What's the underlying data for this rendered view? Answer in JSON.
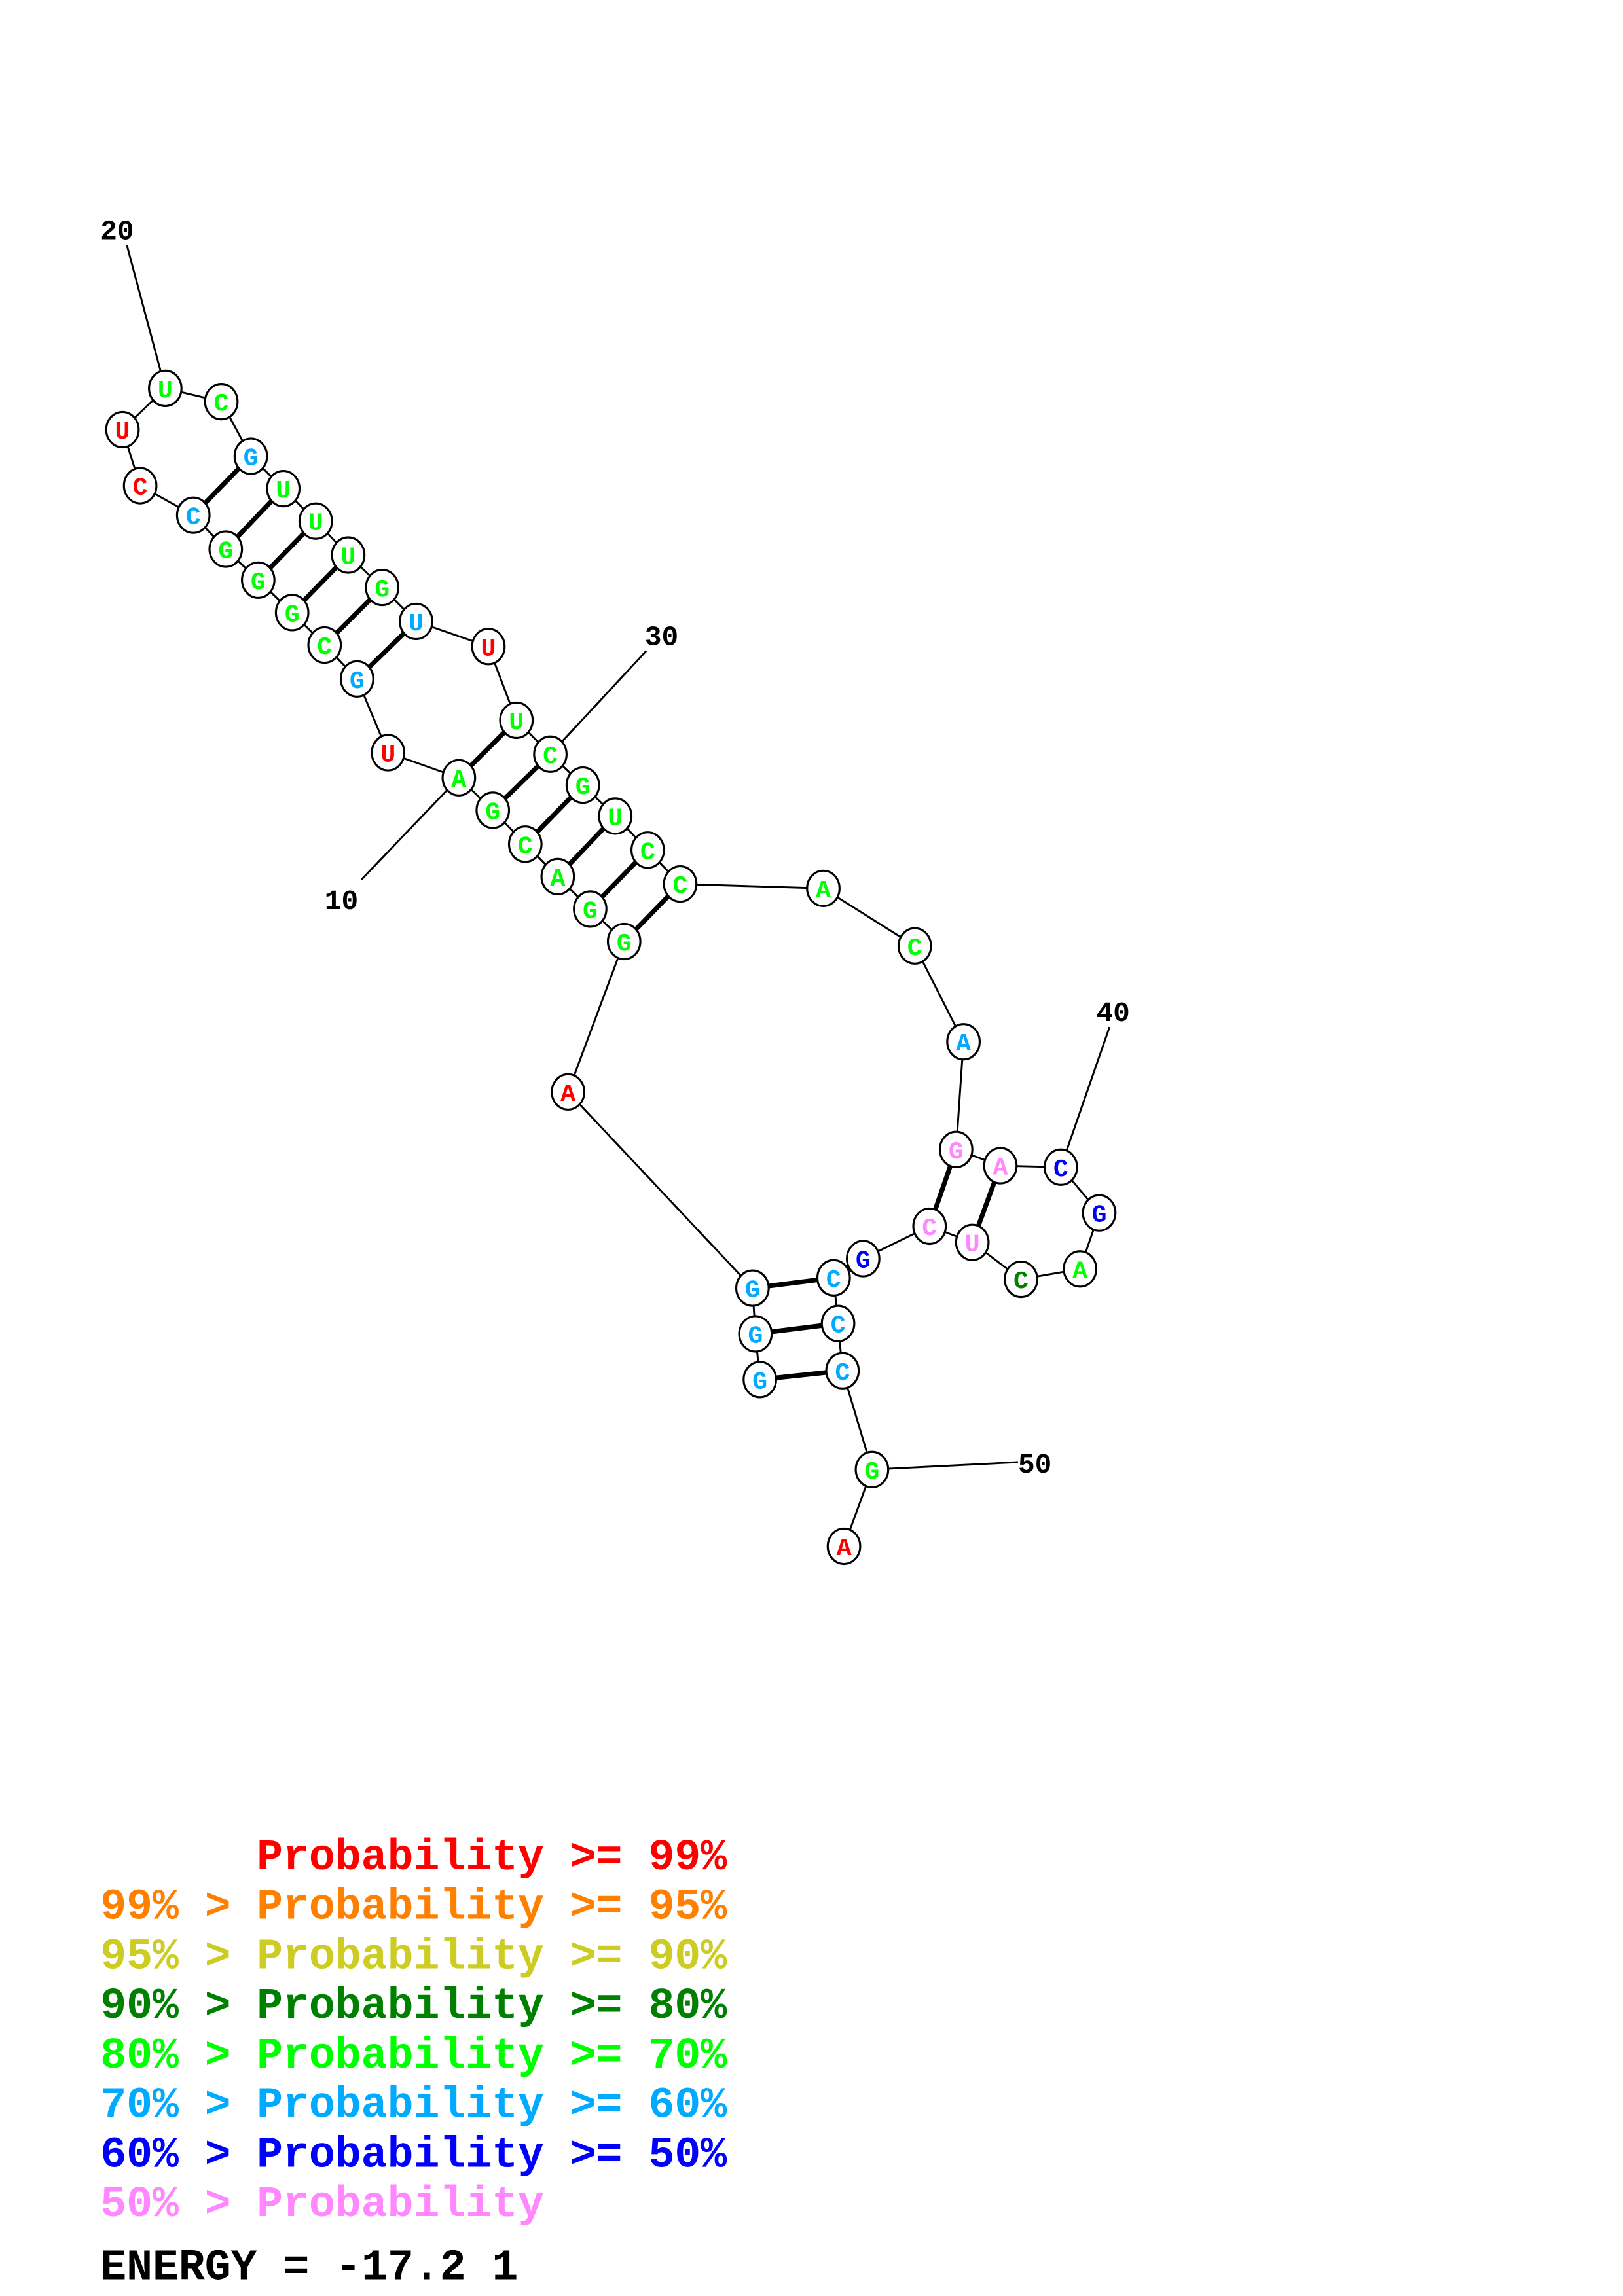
{
  "structure": {
    "sequence": "GGGAGGACGAUGCGGGCCUUCGUUUGUUUCGUCCACAGACGACUCGCCCGA",
    "probability_class": [
      "sky",
      "sky",
      "sky",
      "red",
      "green",
      "green",
      "green",
      "green",
      "green",
      "green",
      "red",
      "sky",
      "green",
      "green",
      "green",
      "green",
      "sky",
      "red",
      "red",
      "green",
      "green",
      "sky",
      "green",
      "green",
      "green",
      "green",
      "sky",
      "red",
      "green",
      "green",
      "green",
      "green",
      "green",
      "green",
      "green",
      "green",
      "sky",
      "pink",
      "pink",
      "blue",
      "blue",
      "green",
      "darkgreen",
      "pink",
      "pink",
      "blue",
      "sky",
      "sky",
      "sky",
      "green",
      "red"
    ],
    "pairs": [
      [
        1,
        49
      ],
      [
        2,
        48
      ],
      [
        3,
        47
      ],
      [
        5,
        34
      ],
      [
        6,
        33
      ],
      [
        7,
        32
      ],
      [
        8,
        31
      ],
      [
        9,
        30
      ],
      [
        10,
        29
      ],
      [
        12,
        27
      ],
      [
        13,
        26
      ],
      [
        14,
        25
      ],
      [
        15,
        24
      ],
      [
        16,
        23
      ],
      [
        17,
        22
      ],
      [
        38,
        45
      ],
      [
        39,
        44
      ]
    ],
    "position_labels": [
      "10",
      "20",
      "30",
      "40",
      "50"
    ]
  },
  "colors": {
    "red": "#FF0000",
    "orange": "#FF8000",
    "yellow": "#CCCC22",
    "darkgreen": "#008000",
    "green": "#00FF00",
    "sky": "#00AAFF",
    "blue": "#0000FF",
    "pink": "#FF88FF"
  },
  "legend": [
    {
      "prefix": "",
      "label": "Probability >= 99%",
      "color": "red"
    },
    {
      "prefix": "99% > ",
      "label": "Probability >= 95%",
      "color": "orange"
    },
    {
      "prefix": "95% > ",
      "label": "Probability >= 90%",
      "color": "yellow"
    },
    {
      "prefix": "90% > ",
      "label": "Probability >= 80%",
      "color": "darkgreen"
    },
    {
      "prefix": "80% > ",
      "label": "Probability >= 70%",
      "color": "green"
    },
    {
      "prefix": "70% > ",
      "label": "Probability >= 60%",
      "color": "sky"
    },
    {
      "prefix": "60% > ",
      "label": "Probability >= 50%",
      "color": "blue"
    },
    {
      "prefix": "50% > ",
      "label": "Probability",
      "color": "pink"
    }
  ],
  "energy_label": "ENERGY = -17.2   1"
}
